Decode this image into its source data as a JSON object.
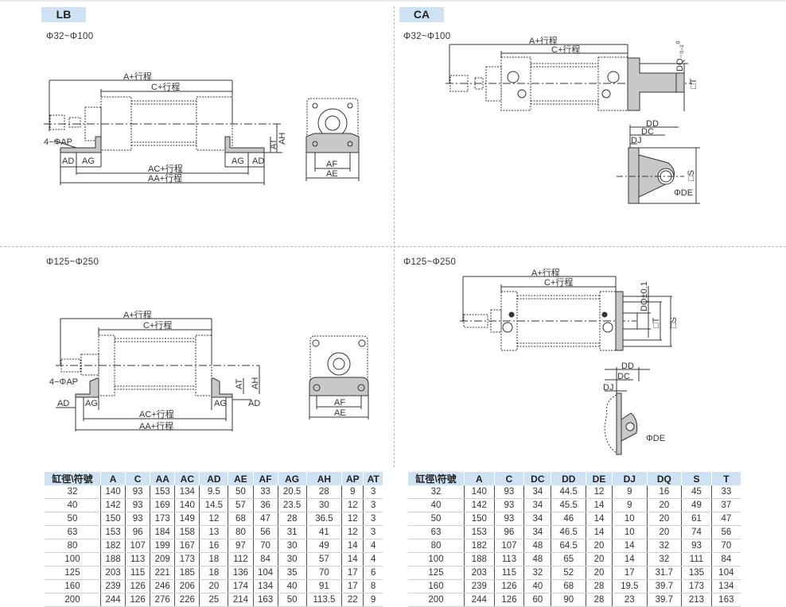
{
  "sections": {
    "lb": {
      "tag": "LB",
      "small_range": "Φ32~Φ100",
      "large_range": "Φ125~Φ250",
      "labels": {
        "a_stroke": "A+行程",
        "c_stroke": "C+行程",
        "ac_stroke": "AC+行程",
        "aa_stroke": "AA+行程",
        "ap": "4−ΦAP",
        "ad": "AD",
        "ag": "AG",
        "at": "AT",
        "ah": "AH",
        "af": "AF",
        "ae": "AE"
      }
    },
    "ca": {
      "tag": "CA",
      "small_range": "Φ32~Φ100",
      "large_range": "Φ125~Φ250",
      "labels": {
        "a_stroke": "A+行程",
        "c_stroke": "C+行程",
        "dq_small": "DQ₋₀.₂⁰",
        "dq_large": "DQ±0.1",
        "t": "□T",
        "s": "□S",
        "dd": "DD",
        "dc": "DC",
        "dj": "DJ",
        "de": "ΦDE"
      }
    }
  },
  "tables": {
    "lb": {
      "headers": [
        "缸徑\\符號",
        "A",
        "C",
        "AA",
        "AC",
        "AD",
        "AE",
        "AF",
        "AG",
        "AH",
        "AP",
        "AT"
      ],
      "rows": [
        [
          "32",
          "140",
          "93",
          "153",
          "134",
          "9.5",
          "50",
          "33",
          "20.5",
          "28",
          "9",
          "3"
        ],
        [
          "40",
          "142",
          "93",
          "169",
          "140",
          "14.5",
          "57",
          "36",
          "23.5",
          "30",
          "12",
          "3"
        ],
        [
          "50",
          "150",
          "93",
          "173",
          "149",
          "12",
          "68",
          "47",
          "28",
          "36.5",
          "12",
          "3"
        ],
        [
          "63",
          "153",
          "96",
          "184",
          "158",
          "13",
          "80",
          "56",
          "31",
          "41",
          "12",
          "3"
        ],
        [
          "80",
          "182",
          "107",
          "199",
          "167",
          "16",
          "97",
          "70",
          "30",
          "49",
          "14",
          "4"
        ],
        [
          "100",
          "188",
          "113",
          "209",
          "173",
          "18",
          "112",
          "84",
          "30",
          "57",
          "14",
          "4"
        ],
        [
          "125",
          "203",
          "115",
          "221",
          "185",
          "18",
          "136",
          "104",
          "35",
          "70",
          "17",
          "6"
        ],
        [
          "160",
          "239",
          "126",
          "246",
          "206",
          "20",
          "174",
          "134",
          "40",
          "91",
          "17",
          "8"
        ],
        [
          "200",
          "244",
          "126",
          "276",
          "226",
          "25",
          "214",
          "163",
          "50",
          "113.5",
          "22",
          "9"
        ]
      ]
    },
    "ca": {
      "headers": [
        "缸徑\\符號",
        "A",
        "C",
        "DC",
        "DD",
        "DE",
        "DJ",
        "DQ",
        "S",
        "T"
      ],
      "rows": [
        [
          "32",
          "140",
          "93",
          "34",
          "44.5",
          "12",
          "9",
          "16",
          "45",
          "33"
        ],
        [
          "40",
          "142",
          "93",
          "34",
          "45.5",
          "14",
          "9",
          "20",
          "49",
          "37"
        ],
        [
          "50",
          "150",
          "93",
          "34",
          "46",
          "14",
          "10",
          "20",
          "61",
          "47"
        ],
        [
          "63",
          "153",
          "96",
          "34",
          "46.5",
          "14",
          "10",
          "20",
          "74",
          "56"
        ],
        [
          "80",
          "182",
          "107",
          "48",
          "64.5",
          "20",
          "14",
          "32",
          "93",
          "70"
        ],
        [
          "100",
          "188",
          "113",
          "48",
          "65",
          "20",
          "14",
          "32",
          "111",
          "84"
        ],
        [
          "125",
          "203",
          "115",
          "32",
          "52",
          "20",
          "17",
          "31.7",
          "135",
          "104"
        ],
        [
          "160",
          "239",
          "126",
          "40",
          "68",
          "28",
          "19.5",
          "39.7",
          "173",
          "134"
        ],
        [
          "200",
          "244",
          "126",
          "60",
          "90",
          "28",
          "23",
          "39.7",
          "213",
          "163"
        ]
      ]
    }
  },
  "colors": {
    "header_bg": "#cfe2f3",
    "bracket_fill": "#c8c8c8",
    "line": "#333333"
  }
}
